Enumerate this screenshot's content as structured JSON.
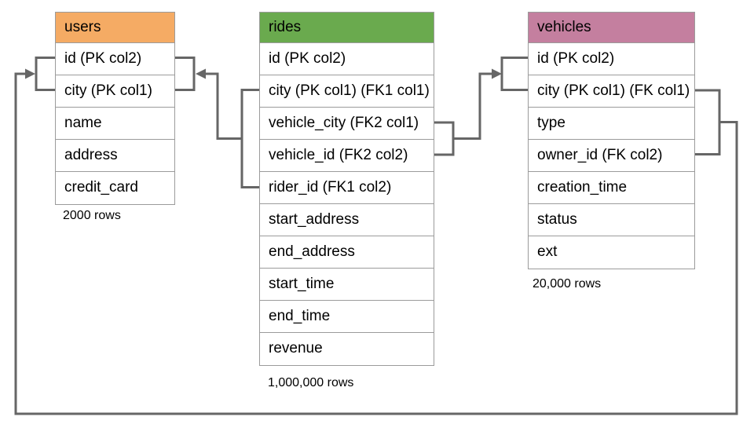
{
  "diagram": {
    "tables": [
      {
        "id": "users",
        "title": "users",
        "header_color": "#f5ab64",
        "columns": [
          "id (PK col2)",
          "city (PK col1)",
          "name",
          "address",
          "credit_card"
        ],
        "row_count_label": "2000 rows"
      },
      {
        "id": "rides",
        "title": "rides",
        "header_color": "#6aaa4e",
        "columns": [
          "id (PK col2)",
          "city (PK col1) (FK1 col1)",
          "vehicle_city (FK2 col1)",
          "vehicle_id (FK2 col2)",
          "rider_id (FK1 col2)",
          "start_address",
          "end_address",
          "start_time",
          "end_time",
          "revenue"
        ],
        "row_count_label": "1,000,000 rows"
      },
      {
        "id": "vehicles",
        "title": "vehicles",
        "header_color": "#c47f9f",
        "columns": [
          "id (PK col2)",
          "city (PK col1) (FK col1)",
          "type",
          "owner_id (FK col2)",
          "creation_time",
          "status",
          "ext"
        ],
        "row_count_label": "20,000 rows"
      }
    ],
    "relationships": [
      {
        "id": "rides-fk1-users",
        "from_table": "rides",
        "from_columns": [
          "city (PK col1) (FK1 col1)",
          "rider_id (FK1 col2)"
        ],
        "to_table": "users",
        "to_columns": [
          "id (PK col2)",
          "city (PK col1)"
        ]
      },
      {
        "id": "rides-fk2-vehicles",
        "from_table": "rides",
        "from_columns": [
          "vehicle_city (FK2 col1)",
          "vehicle_id (FK2 col2)"
        ],
        "to_table": "vehicles",
        "to_columns": [
          "id (PK col2)",
          "city (PK col1)"
        ]
      },
      {
        "id": "vehicles-fk-users",
        "from_table": "vehicles",
        "from_columns": [
          "city (PK col1) (FK col1)",
          "owner_id (FK col2)"
        ],
        "to_table": "users",
        "to_columns": [
          "id (PK col2)",
          "city (PK col1)"
        ]
      }
    ],
    "colors": {
      "line": "#666666",
      "table_border": "#9b9b9b",
      "text": "#000000"
    }
  }
}
